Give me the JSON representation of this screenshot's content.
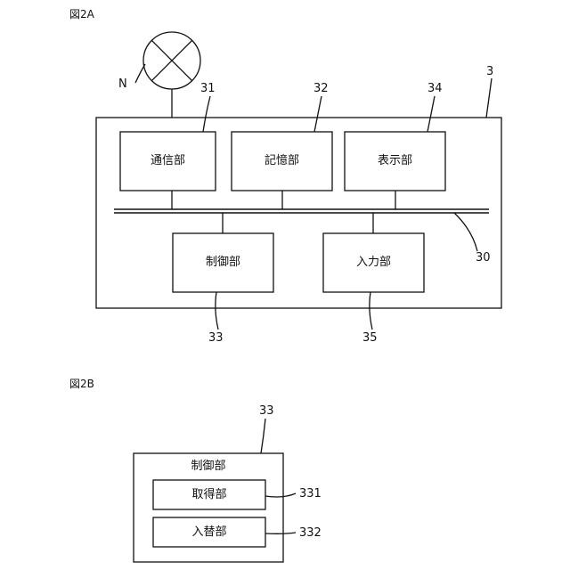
{
  "figure_2a": {
    "label": "図2A",
    "network_label": "N",
    "device_ref": "3",
    "bus_ref": "30",
    "blocks": [
      {
        "ref": "31",
        "label": "通信部"
      },
      {
        "ref": "32",
        "label": "記憶部"
      },
      {
        "ref": "34",
        "label": "表示部"
      },
      {
        "ref": "33",
        "label": "制御部"
      },
      {
        "ref": "35",
        "label": "入力部"
      }
    ]
  },
  "figure_2b": {
    "label": "図2B",
    "unit_ref": "33",
    "unit_label": "制御部",
    "sub_blocks": [
      {
        "ref": "331",
        "label": "取得部"
      },
      {
        "ref": "332",
        "label": "入替部"
      }
    ]
  }
}
